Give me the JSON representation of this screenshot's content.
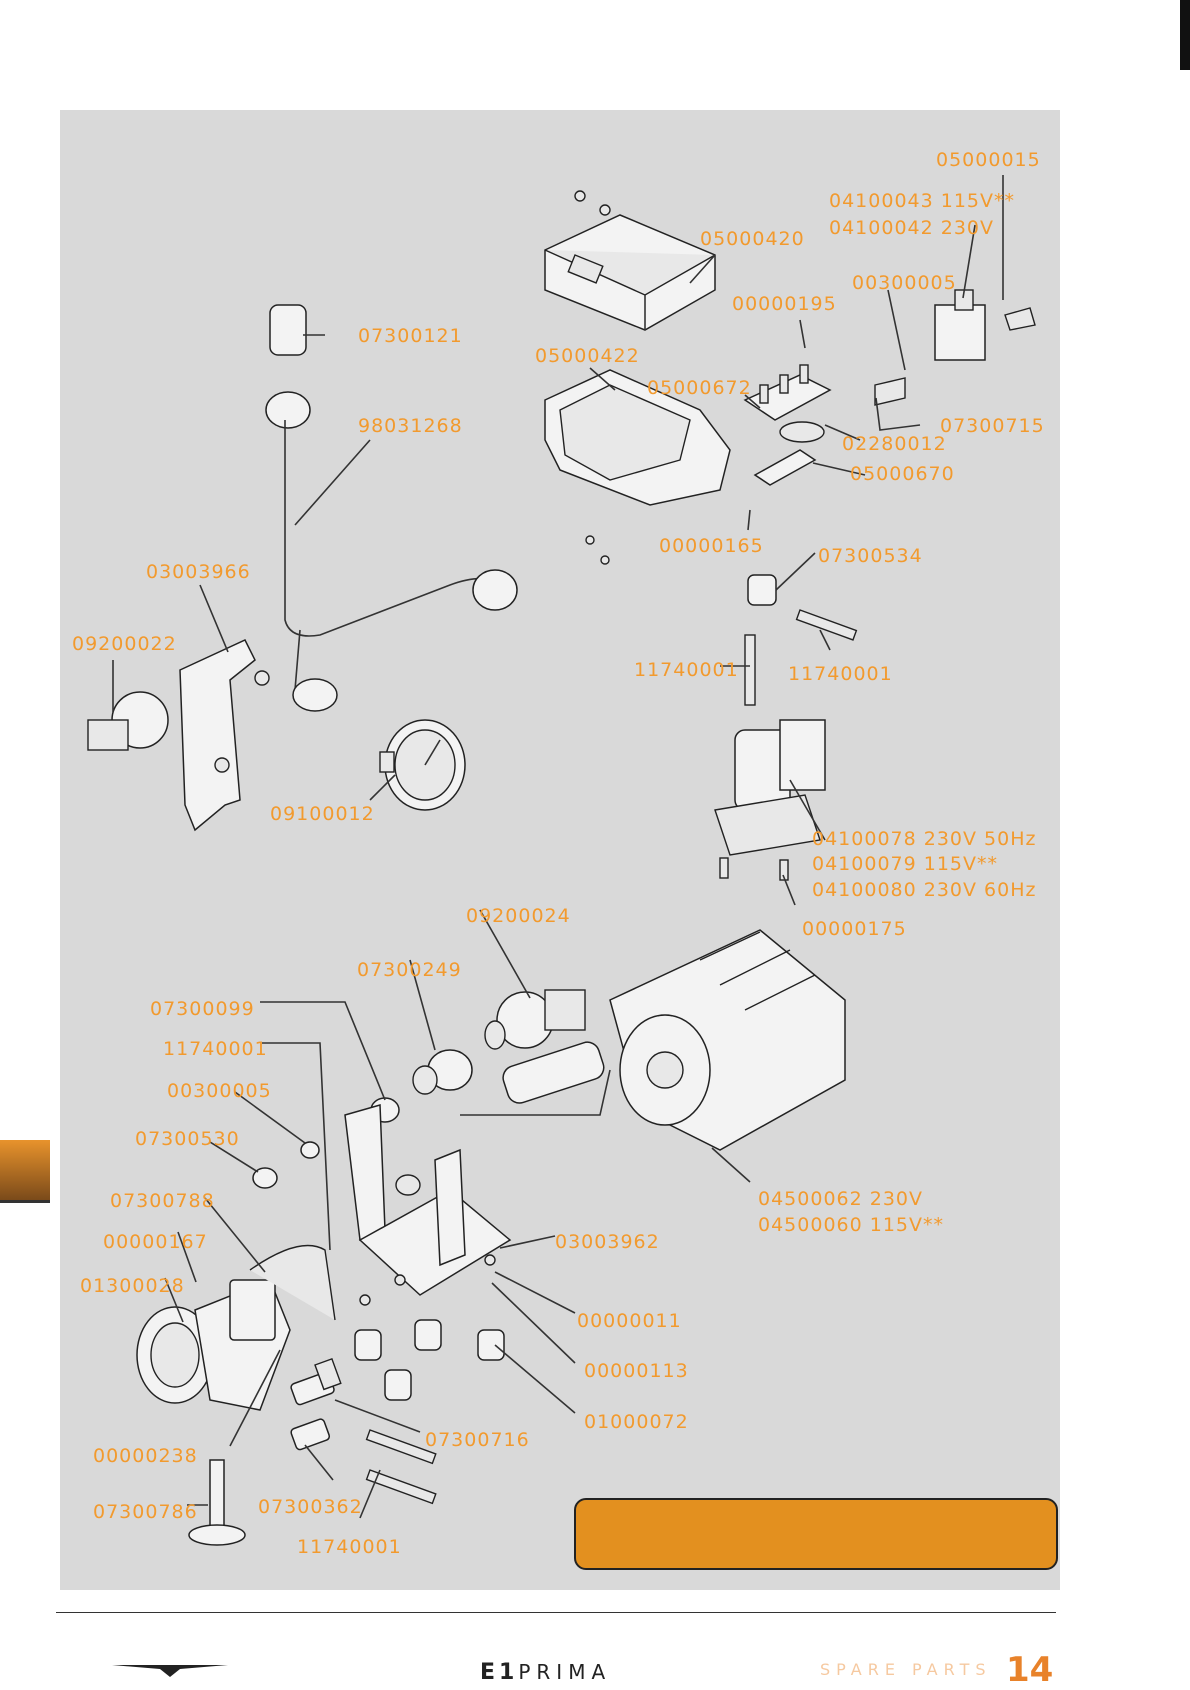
{
  "labels": [
    {
      "id": "l01",
      "text": "05000015"
    },
    {
      "id": "l02",
      "text": "04100043  115V**"
    },
    {
      "id": "l03",
      "text": "04100042  230V"
    },
    {
      "id": "l04",
      "text": "05000420"
    },
    {
      "id": "l05",
      "text": "00300005"
    },
    {
      "id": "l06",
      "text": "00000195"
    },
    {
      "id": "l07",
      "text": "07300121"
    },
    {
      "id": "l08",
      "text": "05000422"
    },
    {
      "id": "l09",
      "text": "05000672"
    },
    {
      "id": "l10",
      "text": "07300715"
    },
    {
      "id": "l11",
      "text": "98031268"
    },
    {
      "id": "l12",
      "text": "02280012"
    },
    {
      "id": "l13",
      "text": "05000670"
    },
    {
      "id": "l14",
      "text": "03003966"
    },
    {
      "id": "l15",
      "text": "00000165"
    },
    {
      "id": "l16",
      "text": "07300534"
    },
    {
      "id": "l17",
      "text": "09200022"
    },
    {
      "id": "l18",
      "text": "11740001"
    },
    {
      "id": "l19",
      "text": "11740001"
    },
    {
      "id": "l20",
      "text": "09100012"
    },
    {
      "id": "l21",
      "text": "04100078  230V  50Hz"
    },
    {
      "id": "l22",
      "text": "04100079  115V**"
    },
    {
      "id": "l23",
      "text": "04100080  230V  60Hz"
    },
    {
      "id": "l24",
      "text": "00000175"
    },
    {
      "id": "l25",
      "text": "09200024"
    },
    {
      "id": "l26",
      "text": "07300249"
    },
    {
      "id": "l27",
      "text": "07300099"
    },
    {
      "id": "l28",
      "text": "11740001"
    },
    {
      "id": "l29",
      "text": "00300005"
    },
    {
      "id": "l30",
      "text": "07300530"
    },
    {
      "id": "l31",
      "text": "04500062  230V"
    },
    {
      "id": "l32",
      "text": "04500060  115V**"
    },
    {
      "id": "l33",
      "text": "07300788"
    },
    {
      "id": "l34",
      "text": "03003962"
    },
    {
      "id": "l35",
      "text": "00000167"
    },
    {
      "id": "l36",
      "text": "01300028"
    },
    {
      "id": "l37",
      "text": "00000011"
    },
    {
      "id": "l38",
      "text": "00000113"
    },
    {
      "id": "l39",
      "text": "01000072"
    },
    {
      "id": "l40",
      "text": "07300716"
    },
    {
      "id": "l41",
      "text": "00000238"
    },
    {
      "id": "l42",
      "text": "07300362"
    },
    {
      "id": "l43",
      "text": "07300786"
    },
    {
      "id": "l44",
      "text": "11740001"
    }
  ],
  "footer": {
    "brand_bold": "E1",
    "brand_light": "PRIMA",
    "section": "SPARE PARTS",
    "page": "14"
  },
  "colors": {
    "label": "#f29a2e",
    "note_box": "#e3901f",
    "panel": "#d9d9d9"
  }
}
